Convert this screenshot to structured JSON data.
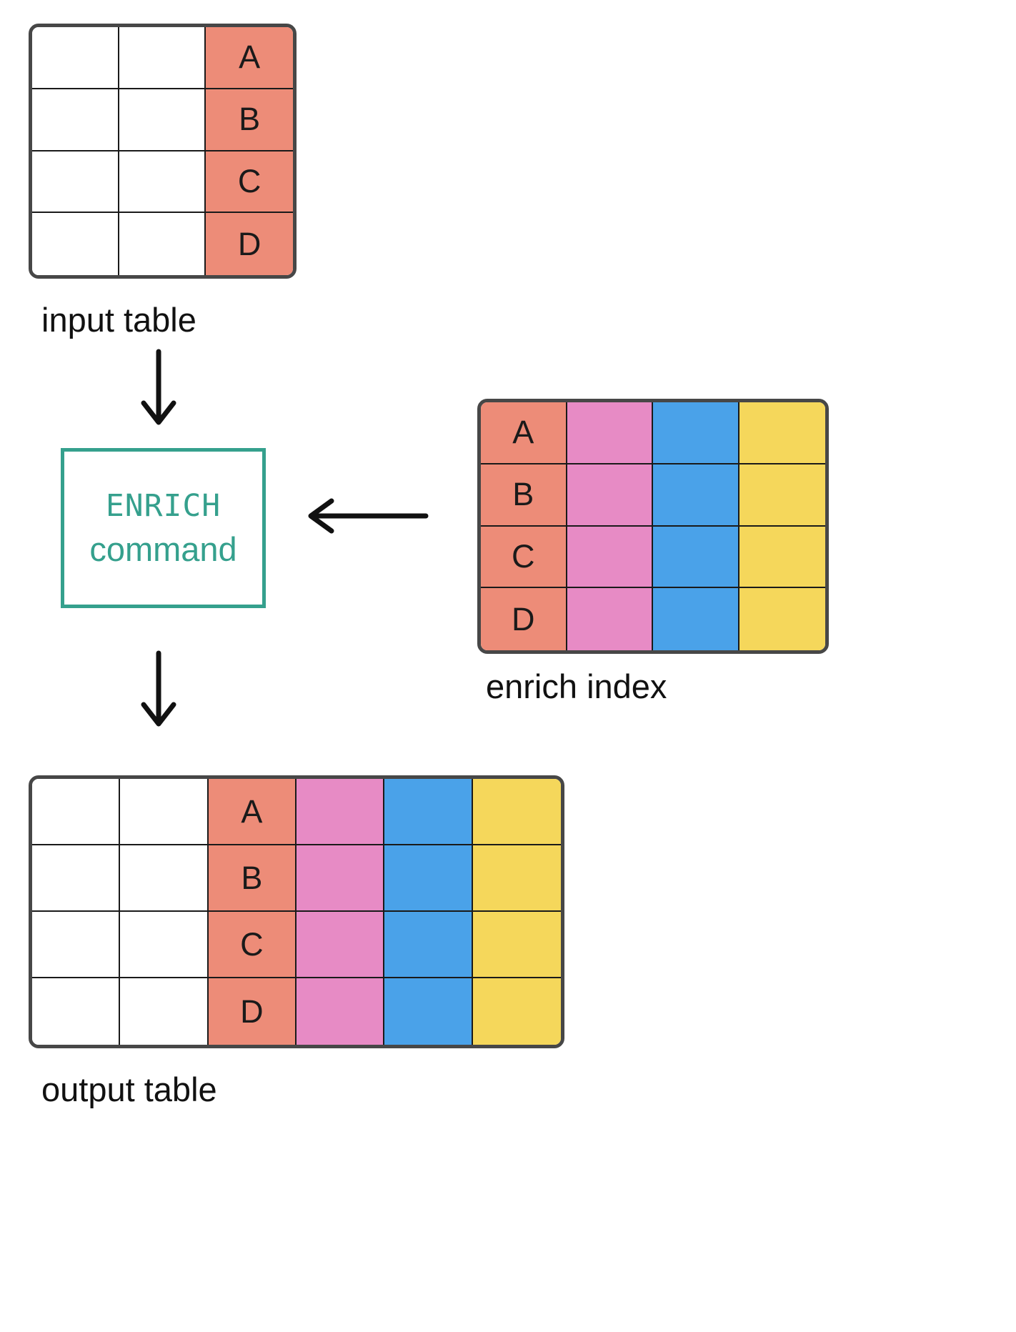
{
  "colors": {
    "salmon": "#ED8C78",
    "pink": "#E78BC5",
    "blue": "#4AA2E9",
    "yellow": "#F5D75B",
    "teal": "#35A08D",
    "table-border": "#474747",
    "grid-line": "#1A1A1A",
    "text": "#111111",
    "background": "#FFFFFF"
  },
  "input_table": {
    "label": "input table",
    "rows": [
      "A",
      "B",
      "C",
      "D"
    ]
  },
  "enrich_command": {
    "line1": "ENRICH",
    "line2": "command"
  },
  "enrich_index": {
    "label": "enrich index",
    "rows": [
      "A",
      "B",
      "C",
      "D"
    ]
  },
  "output_table": {
    "label": "output table",
    "rows": [
      "A",
      "B",
      "C",
      "D"
    ]
  }
}
